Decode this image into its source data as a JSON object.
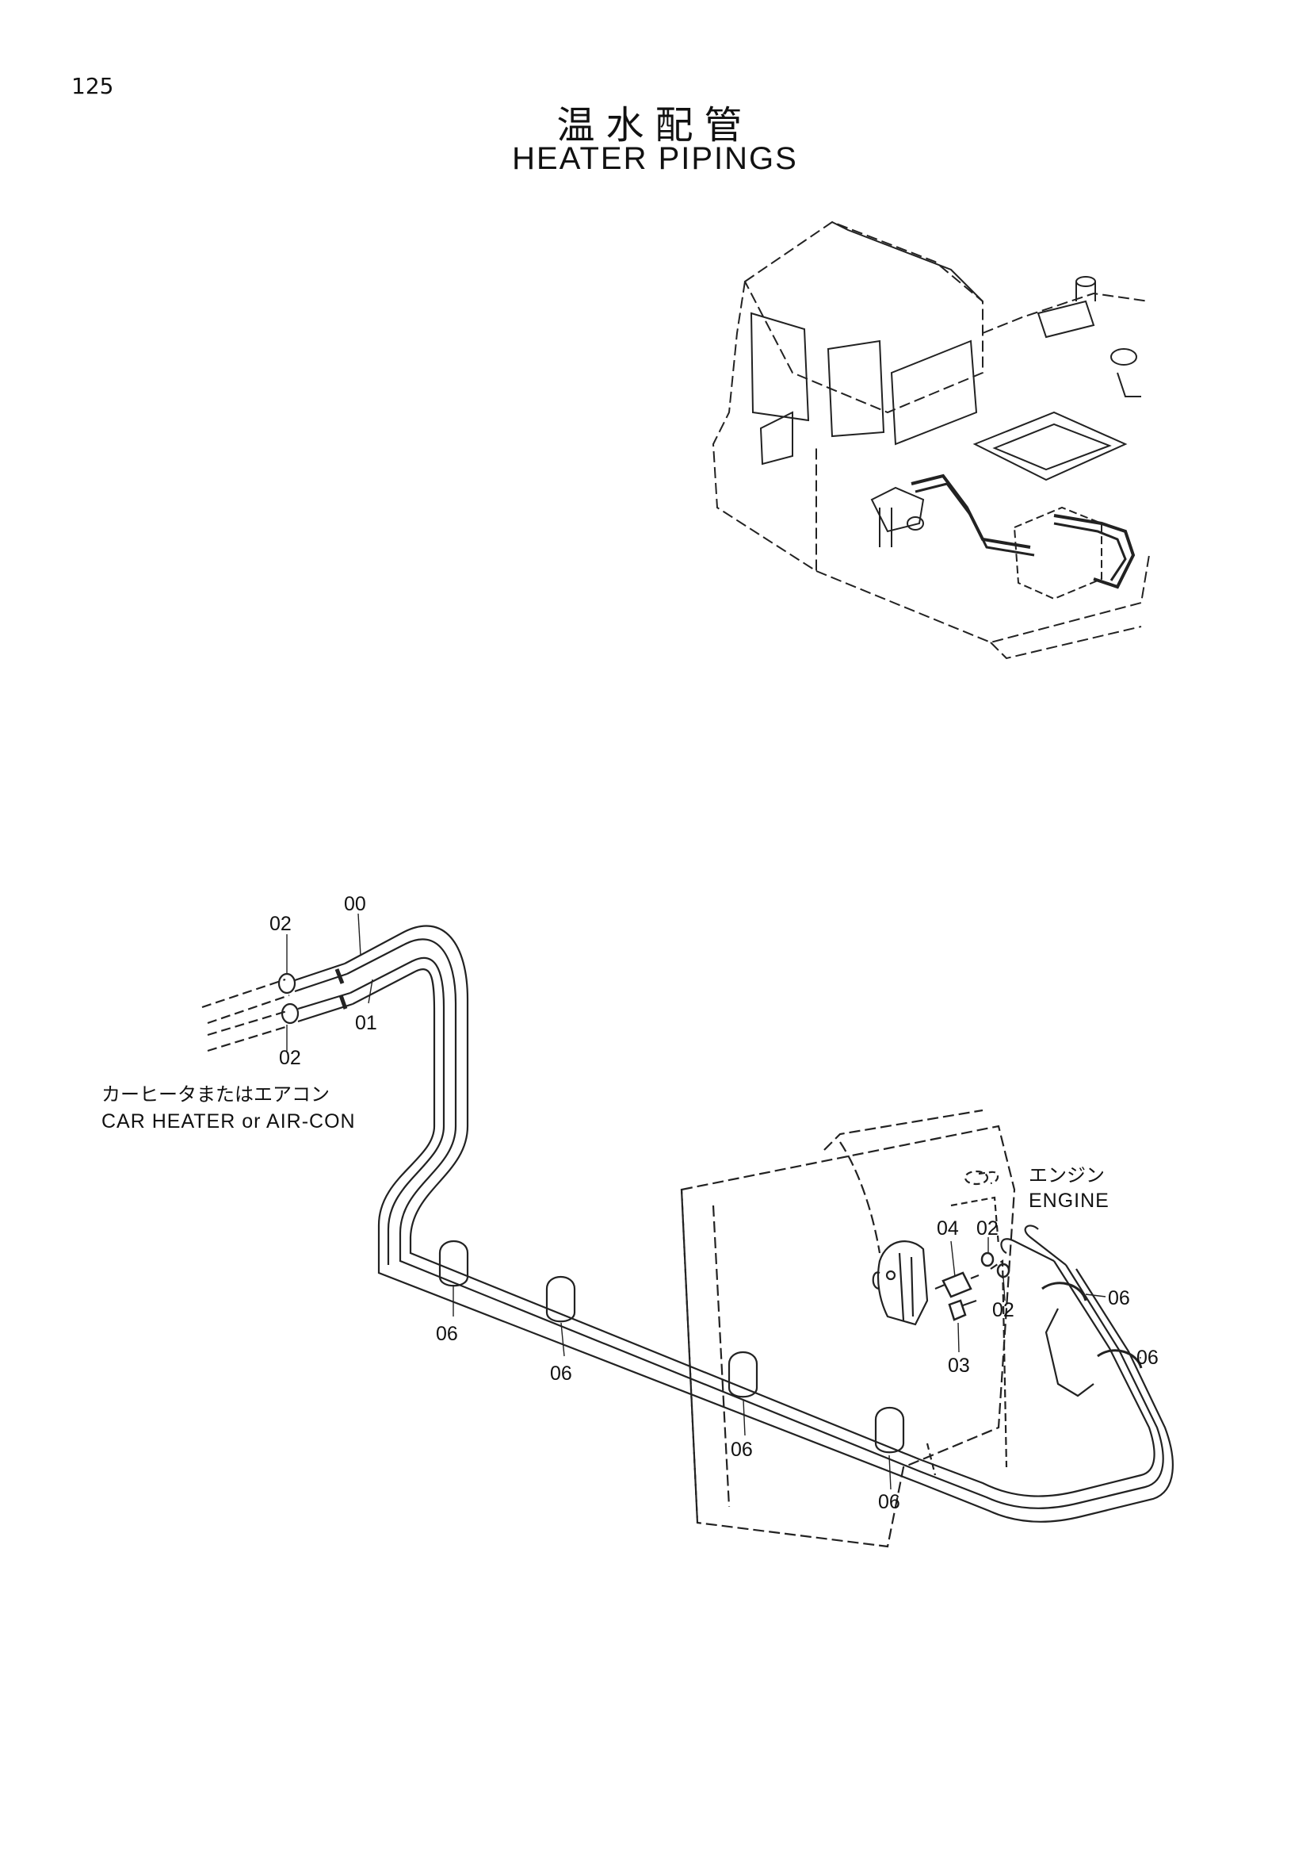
{
  "page_number": "125",
  "title_jp": "温水配管",
  "title_en": "HEATER PIPINGS",
  "notes": {
    "car_heater_jp": "カーヒータまたはエアコン",
    "car_heater_en": "CAR HEATER or AIR-CON",
    "engine_jp": "エンジン",
    "engine_en": "ENGINE"
  },
  "callouts": [
    {
      "id": "c00",
      "text": "00"
    },
    {
      "id": "c02a",
      "text": "02"
    },
    {
      "id": "c01",
      "text": "01"
    },
    {
      "id": "c02b",
      "text": "02"
    },
    {
      "id": "c04",
      "text": "04"
    },
    {
      "id": "c02c",
      "text": "02"
    },
    {
      "id": "c02d",
      "text": "02"
    },
    {
      "id": "c03",
      "text": "03"
    },
    {
      "id": "c06a",
      "text": "06"
    },
    {
      "id": "c06b",
      "text": "06"
    },
    {
      "id": "c06c",
      "text": "06"
    },
    {
      "id": "c06d",
      "text": "06"
    },
    {
      "id": "c06e",
      "text": "06"
    },
    {
      "id": "c06f",
      "text": "06"
    }
  ]
}
